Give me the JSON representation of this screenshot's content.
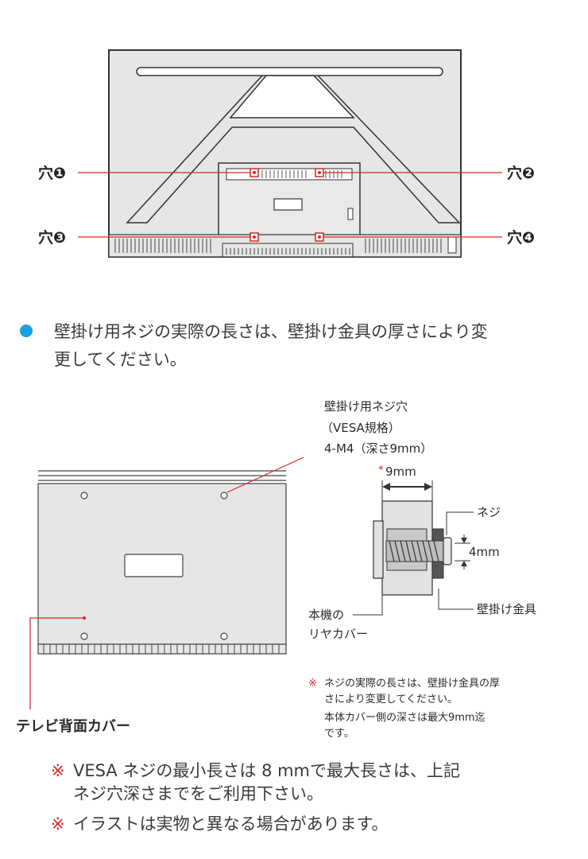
{
  "holes": {
    "h1": "穴❶",
    "h2": "穴❷",
    "h3": "穴❸",
    "h4": "穴❹"
  },
  "colors": {
    "bullet": "#1a9fe0",
    "accent": "#d9252a",
    "line": "#333333",
    "panel": "#e6e6e6"
  },
  "notes": {
    "main_line1": "壁掛け用ネジの実際の長さは、壁掛け金具の厚さにより変",
    "main_line2": "更してください。"
  },
  "detail": {
    "screw_hole_line1": "壁掛け用ネジ穴",
    "screw_hole_line2": "（VESA規格）",
    "screw_hole_line3": "4-M4（深さ9mm）",
    "depth_mark": "*",
    "depth_value": "9mm",
    "screw_label": "ネジ",
    "gap_label": "4mm",
    "bracket_label": "壁掛け金具",
    "cover_line1": "本機の",
    "cover_line2": "リヤカバー",
    "tv_back_cover": "テレビ背面カバー",
    "note_mark": "※",
    "note_line1": "ネジの実際の長さは、壁掛け金具の厚",
    "note_line2": "さにより変更してください。",
    "note_line3": "本体カバー側の深さは最大9mm迄",
    "note_line4": "です。"
  },
  "footer": {
    "mark1": "※",
    "line1a": "VESA ネジの最小長さは 8 mmで最大長さは、上記",
    "line1b": "ネジ穴深さまでをご利用下さい。",
    "mark2": "※",
    "line2": "イラストは実物と異なる場合があります。"
  }
}
